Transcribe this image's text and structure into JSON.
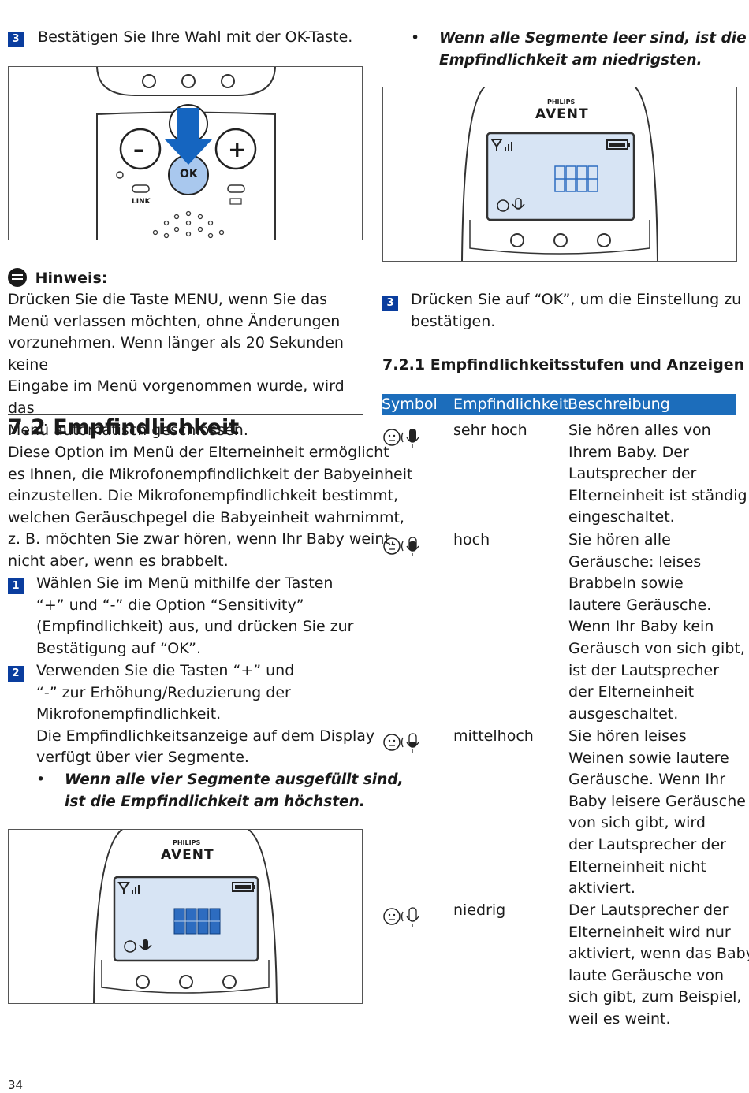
{
  "left": {
    "step3": {
      "num": "3",
      "text": "Bestätigen Sie Ihre Wahl mit der OK-Taste."
    },
    "fig1": {
      "minus": "–",
      "plus": "+",
      "ok": "OK",
      "link": "LINK"
    },
    "note": {
      "title": "Hinweis:",
      "lines": [
        "Drücken Sie die Taste MENU, wenn Sie das",
        "Menü verlassen möchten, ohne Änderungen",
        "vorzunehmen. Wenn länger als 20 Sekunden keine",
        "Eingabe im Menü vorgenommen wurde, wird das",
        "Menü automatisch geschlossen."
      ]
    },
    "section": {
      "heading": "7.2  Empfindlichkeit",
      "intro": [
        "Diese Option im Menü der Elterneinheit ermöglicht",
        "es Ihnen, die Mikrofonempfindlichkeit der Babyeinheit",
        "einzustellen. Die Mikrofonempfindlichkeit bestimmt,",
        "welchen Geräuschpegel die Babyeinheit wahrnimmt,",
        "z. B. möchten Sie zwar hören, wenn Ihr Baby weint,",
        "nicht aber, wenn es brabbelt."
      ],
      "step1": {
        "num": "1",
        "lines": [
          "Wählen Sie im Menü mithilfe der Tasten",
          "“+” und “-” die Option “Sensitivity”",
          "(Empfindlichkeit) aus, und drücken Sie zur",
          "Bestätigung auf “OK”."
        ]
      },
      "step2": {
        "num": "2",
        "lines": [
          "Verwenden Sie die Tasten “+” und",
          "“-” zur Erhöhung/Reduzierung der",
          "Mikrofonempfindlichkeit.",
          "Die Empfindlichkeitsanzeige auf dem Display",
          "verfügt über vier Segmente."
        ]
      },
      "bullet1": {
        "mark": "•",
        "lines": [
          "Wenn alle vier Segmente ausgefüllt sind,",
          "ist die Empfindlichkeit am höchsten."
        ]
      }
    },
    "fig2": {
      "brand_top": "PHILIPS",
      "brand": "AVENT"
    },
    "page_number": "34"
  },
  "right": {
    "bullet2": {
      "mark": "•",
      "lines": [
        "Wenn alle Segmente leer sind, ist die",
        "Empfindlichkeit am niedrigsten."
      ]
    },
    "fig3": {
      "brand_top": "PHILIPS",
      "brand": "AVENT"
    },
    "step3": {
      "num": "3",
      "lines": [
        "Drücken Sie auf “OK”, um die Einstellung zu",
        "bestätigen."
      ]
    },
    "subheading": "7.2.1  Empfindlichkeitsstufen und Anzeigen",
    "table": {
      "headers": [
        "Symbol",
        "Empfindlichkeit",
        "Beschreibung"
      ],
      "rows": [
        {
          "level": "sehr hoch",
          "desc": [
            "Sie hören alles von",
            "Ihrem Baby. Der",
            "Lautsprecher der",
            "Elterneinheit ist ständig",
            "eingeschaltet."
          ]
        },
        {
          "level": "hoch",
          "desc": [
            "Sie hören alle",
            "Geräusche: leises",
            "Brabbeln sowie",
            "lautere Geräusche.",
            "Wenn Ihr Baby kein",
            "Geräusch von sich gibt,",
            "ist der Lautsprecher",
            "der Elterneinheit",
            "ausgeschaltet."
          ]
        },
        {
          "level": "mittelhoch",
          "desc": [
            "Sie hören leises",
            "Weinen sowie lautere",
            "Geräusche. Wenn Ihr",
            "Baby leisere Geräusche",
            "von sich gibt, wird",
            "der Lautsprecher der",
            "Elterneinheit nicht",
            "aktiviert."
          ]
        },
        {
          "level": "niedrig",
          "desc": [
            "Der Lautsprecher der",
            "Elterneinheit wird nur",
            "aktiviert, wenn das Baby",
            "laute Geräusche von",
            "sich gibt, zum Beispiel,",
            "weil es weint."
          ]
        }
      ]
    }
  },
  "colors": {
    "accent": "#1c6dbb",
    "number_box": "#0a3d9e",
    "ok_button": "#a9c8ee",
    "lcd": "#d7e4f4",
    "arrow": "#1565c0"
  }
}
